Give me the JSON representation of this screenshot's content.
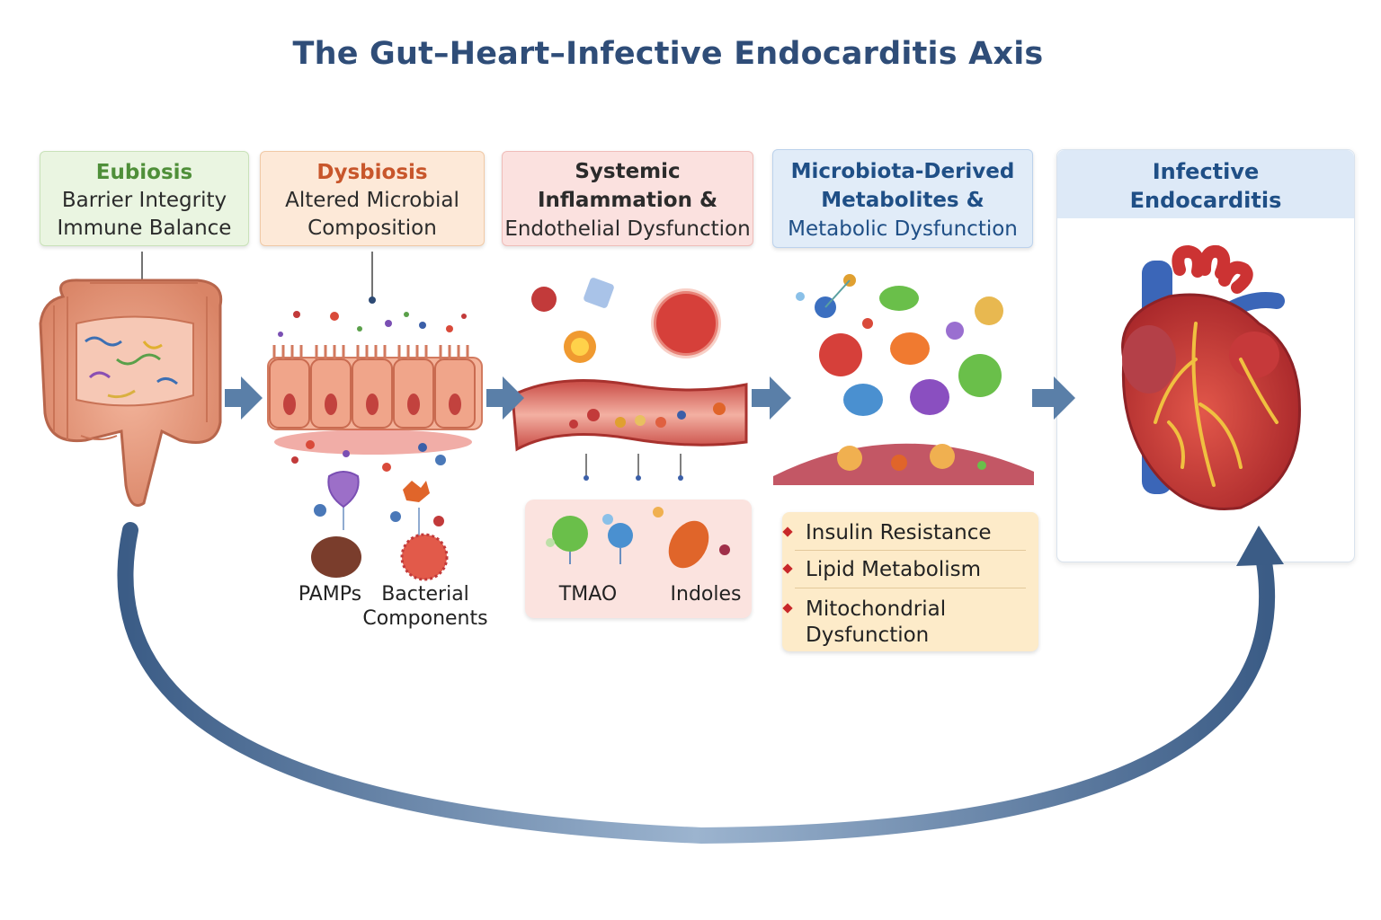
{
  "title": "The Gut–Heart–Infective Endocarditis Axis",
  "stages": {
    "eubiosis": {
      "heading": "Eubiosis",
      "lines": [
        "Barrier Integrity",
        "Immune Balance"
      ]
    },
    "dysbiosis": {
      "heading": "Dysbiosis",
      "lines": [
        "Altered Microbial",
        "Composition"
      ]
    },
    "inflammation": {
      "heading": "Systemic",
      "lines": [
        "Inflammation &",
        "Endothelial Dysfunction"
      ]
    },
    "metabolites": {
      "heading": "Microbiota-Derived",
      "lines": [
        "Metabolites  &",
        "Metabolic Dysfunction"
      ]
    },
    "endocarditis": {
      "heading_lines": [
        "Infective",
        "Endocarditis"
      ]
    }
  },
  "dysbiosis_labels": {
    "pamps": "PAMPs",
    "bacterial": [
      "Bacterial",
      "Components"
    ]
  },
  "metabolite_labels": {
    "tmao": "TMAO",
    "indoles": "Indoles"
  },
  "metabolic_list": [
    "Insulin Resistance",
    "Lipid Metabolism",
    [
      "Mitochondrial",
      "Dysfunction"
    ]
  ],
  "colors": {
    "title": "#2f4d78",
    "eubiosis": "#4f8f39",
    "dysbiosis": "#c8562b",
    "metabolites": "#1f4f86",
    "arrow": "#5a7fa8"
  }
}
